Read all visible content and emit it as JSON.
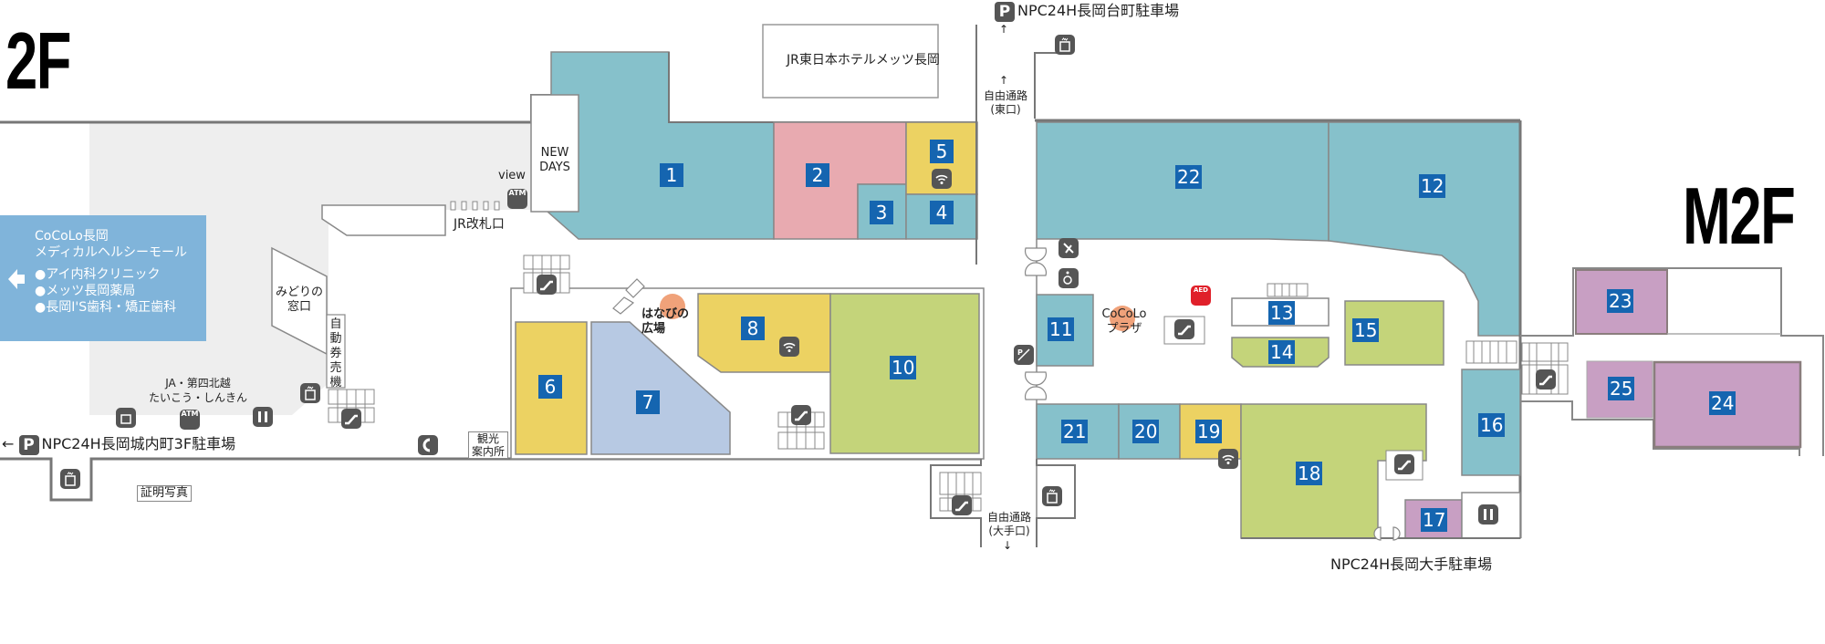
{
  "floors": {
    "left": "2F",
    "right": "M2F"
  },
  "colors": {
    "teal": "#86c1cb",
    "pink": "#e8aab0",
    "yellow": "#ecd262",
    "blue_lilac": "#b7c9e3",
    "green": "#c4d47a",
    "purple": "#c89fc3",
    "number_badge": "#1565b0",
    "grey_zone": "#eeeeee",
    "medical_panel": "#80b4da",
    "icon_bg": "#555555",
    "aed_red": "#e0202a",
    "plaza_orange": "#f0a27a"
  },
  "medical_mall": {
    "title_line1": "CoCoLo長岡",
    "title_line2": "メディカルヘルシーモール",
    "items": [
      "●アイ内科クリニック",
      "●メッツ長岡薬局",
      "●長岡I'S歯科・矯正歯科"
    ]
  },
  "parking": {
    "top": "NPC24H長岡台町駐車場",
    "left": "NPC24H長岡城内町3F駐車場",
    "left_arrow": "←",
    "bottom": "NPC24H長岡大手駐車場"
  },
  "facilities": {
    "hotel": "JR東日本ホテルメッツ長岡",
    "new_days_line1": "NEW",
    "new_days_line2": "DAYS",
    "view": "view",
    "jr_gate": "JR改札口",
    "midori_line1": "みどりの",
    "midori_line2": "窓口",
    "ticket_machine": "自動券売機",
    "bank_line1": "JA・第四北越",
    "bank_line2": "たいこう・しんきん",
    "photo_booth": "証明写真",
    "tourist_info_line1": "観光",
    "tourist_info_line2": "案内所",
    "hanabi_line1": "はなびの",
    "hanabi_line2": "広場",
    "cocolo_plaza_line1": "CoCoLo",
    "cocolo_plaza_line2": "プラザ",
    "east_passage_line1": "自由通路",
    "east_passage_line2": "(東口)",
    "otemon_passage_line1": "自由通路",
    "otemon_passage_line2": "(大手口)",
    "up_arrow": "↑",
    "down_arrow": "↓"
  },
  "shops": [
    {
      "num": "1",
      "color": "teal"
    },
    {
      "num": "2",
      "color": "pink"
    },
    {
      "num": "3",
      "color": "teal"
    },
    {
      "num": "4",
      "color": "teal"
    },
    {
      "num": "5",
      "color": "yellow"
    },
    {
      "num": "6",
      "color": "yellow"
    },
    {
      "num": "7",
      "color": "blue_lilac"
    },
    {
      "num": "8",
      "color": "yellow"
    },
    {
      "num": "10",
      "color": "green"
    },
    {
      "num": "11",
      "color": "teal"
    },
    {
      "num": "12",
      "color": "teal"
    },
    {
      "num": "13",
      "color": "white"
    },
    {
      "num": "14",
      "color": "green"
    },
    {
      "num": "15",
      "color": "green"
    },
    {
      "num": "16",
      "color": "teal"
    },
    {
      "num": "17",
      "color": "purple"
    },
    {
      "num": "18",
      "color": "green"
    },
    {
      "num": "19",
      "color": "yellow"
    },
    {
      "num": "20",
      "color": "teal"
    },
    {
      "num": "21",
      "color": "teal"
    },
    {
      "num": "22",
      "color": "teal"
    },
    {
      "num": "23",
      "color": "purple"
    },
    {
      "num": "24",
      "color": "purple"
    },
    {
      "num": "25",
      "color": "purple"
    }
  ],
  "icons": {
    "atm": "ATM",
    "aed": "AED",
    "parking": "P"
  }
}
